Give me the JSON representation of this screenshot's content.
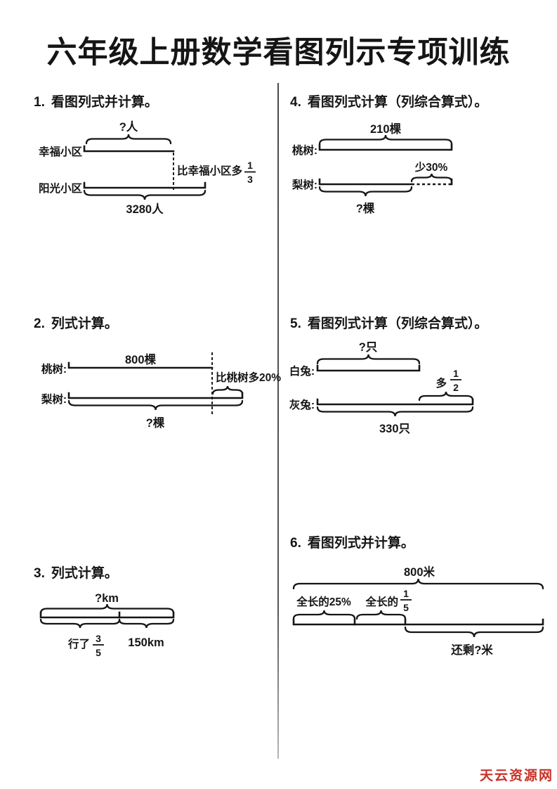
{
  "page": {
    "title": "六年级上册数学看图列示专项训练",
    "watermark": "天云资源网",
    "colors": {
      "ink": "#151515",
      "watermark": "#c73127",
      "background": "#ffffff"
    }
  },
  "problems": {
    "p1": {
      "number": "1.",
      "heading": "看图列式并计算。",
      "top_label": "?人",
      "row1_label": "幸福小区",
      "row2_label": "阳光小区",
      "extra_label": "比幸福小区多",
      "extra_fraction_numerator": "1",
      "extra_fraction_denominator": "3",
      "total_label": "3280人"
    },
    "p2": {
      "number": "2.",
      "heading": "列式计算。",
      "row1_label": "桃树:",
      "row1_value": "800棵",
      "row2_label": "梨树:",
      "extra_label": "比桃树多20%",
      "bottom_label": "?棵"
    },
    "p3": {
      "number": "3.",
      "heading": "列式计算。",
      "top_label": "?km",
      "left_label": "行了",
      "left_fraction_numerator": "3",
      "left_fraction_denominator": "5",
      "right_label": "150km"
    },
    "p4": {
      "number": "4.",
      "heading": "看图列式计算（列综合算式）。",
      "row1_label": "桃树:",
      "row1_value": "210棵",
      "row2_label": "梨树:",
      "less_label": "少30%",
      "bottom_label": "?棵"
    },
    "p5": {
      "number": "5.",
      "heading": "看图列式计算（列综合算式）。",
      "top_label": "?只",
      "row1_label": "白兔:",
      "row2_label": "灰兔:",
      "more_label": "多",
      "more_fraction_numerator": "1",
      "more_fraction_denominator": "2",
      "total_label": "330只"
    },
    "p6": {
      "number": "6.",
      "heading": "看图列式并计算。",
      "top_label": "800米",
      "segment1_label": "全长的25%",
      "segment2_label": "全长的",
      "segment2_fraction_numerator": "1",
      "segment2_fraction_denominator": "5",
      "remaining_label": "还剩?米"
    }
  }
}
